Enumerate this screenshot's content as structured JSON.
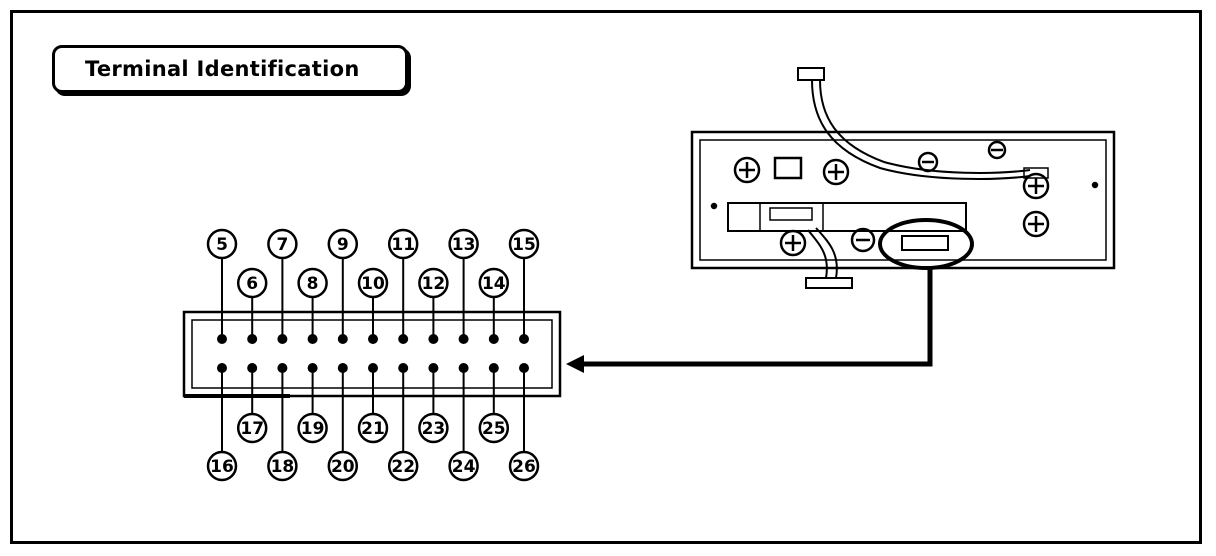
{
  "title": "Terminal Identification",
  "terminals": {
    "top_row_outer": [
      "5",
      "7",
      "9",
      "11",
      "13",
      "15"
    ],
    "top_row_inner": [
      "6",
      "8",
      "10",
      "12",
      "14"
    ],
    "bottom_row_inner": [
      "17",
      "19",
      "21",
      "23",
      "25"
    ],
    "bottom_row_outer": [
      "16",
      "18",
      "20",
      "22",
      "24",
      "26"
    ]
  },
  "colors": {
    "line": "#000000",
    "background": "#ffffff"
  }
}
